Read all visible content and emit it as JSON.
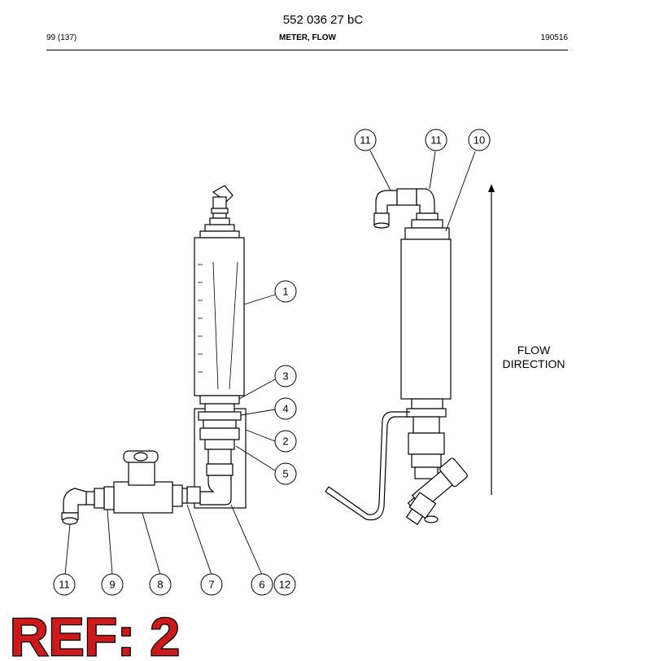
{
  "header": {
    "doc_number": "552 036 27 bC",
    "page_ref": "99 (137)",
    "title": "METER, FLOW",
    "date": "190516"
  },
  "flow_label": {
    "line1": "FLOW",
    "line2": "DIRECTION"
  },
  "callouts": {
    "c1": "1",
    "c2": "2",
    "c3": "3",
    "c4": "4",
    "c5": "5",
    "c6": "6",
    "c7": "7",
    "c8": "8",
    "c9": "9",
    "c10": "10",
    "c11a": "11",
    "c11b": "11",
    "c11c": "11",
    "c12": "12"
  },
  "ref_stamp": "REF: 2"
}
